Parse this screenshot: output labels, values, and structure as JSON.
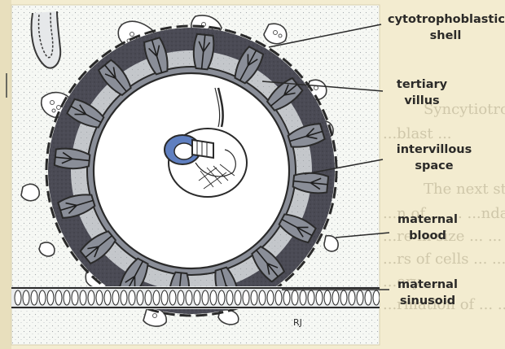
{
  "labels": {
    "cytotrophoblastic_shell": [
      "cytotrophoblastic",
      "shell"
    ],
    "tertiary_villus": [
      "tertiary",
      "villus"
    ],
    "intervillous_space": [
      "intervillous",
      "space"
    ],
    "maternal_blood": [
      "maternal",
      "blood"
    ],
    "maternal_sinusoid": [
      "maternal",
      "sinusoid"
    ]
  },
  "artist_initials": "RJ",
  "background_text_lines": [
    "Syncytiotroph...",
    "...blast ...",
    "The next st... ...",
    "...n of ... ... ...ndary ... Lat...",
    "...re in size ... ... ...",
    "...rs of cells ... ...",
    "...ery ... ...",
    "...rmation of ... ... ...ith ..."
  ],
  "colors": {
    "paper": "#f3ecd0",
    "panel": "#f6f8f4",
    "shell": "#4b4b55",
    "villus": "#8a8e98",
    "blood_space": "#c4c7cb",
    "chorionic_cavity": "#ffffff",
    "embryo_blue": "#5f7fc0",
    "line": "#2a2a2a"
  }
}
